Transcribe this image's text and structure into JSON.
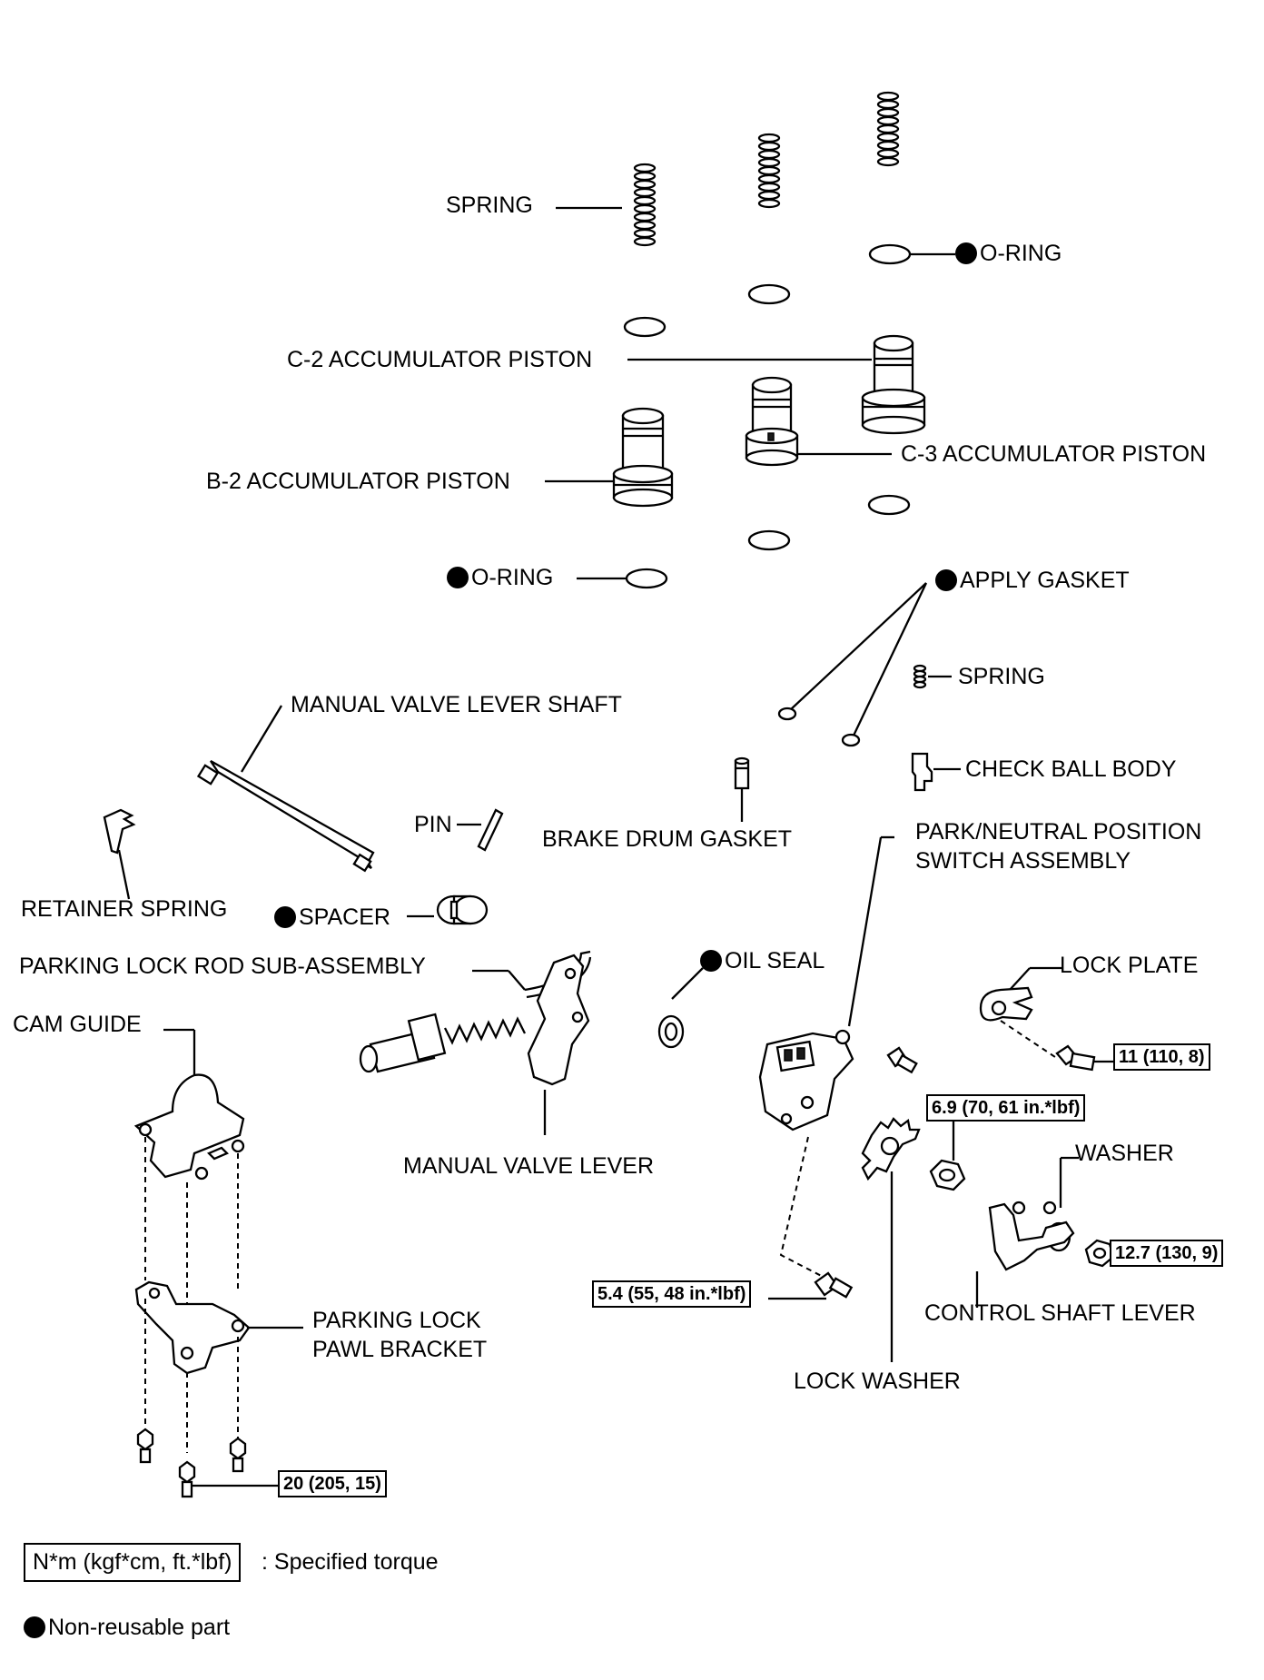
{
  "labels": {
    "spring_top": "SPRING",
    "o_ring_right": "O-RING",
    "c2_piston": "C-2 ACCUMULATOR PISTON",
    "c3_piston": "C-3 ACCUMULATOR PISTON",
    "b2_piston": "B-2 ACCUMULATOR PISTON",
    "o_ring_left": "O-RING",
    "apply_gasket": "APPLY GASKET",
    "spring_small": "SPRING",
    "manual_valve_lever_shaft": "MANUAL VALVE LEVER SHAFT",
    "check_ball_body": "CHECK BALL BODY",
    "pin": "PIN",
    "brake_drum_gasket": "BRAKE DRUM GASKET",
    "park_neutral_line1": "PARK/NEUTRAL POSITION",
    "park_neutral_line2": "SWITCH ASSEMBLY",
    "retainer_spring": "RETAINER SPRING",
    "spacer": "SPACER",
    "parking_lock_rod": "PARKING LOCK ROD SUB-ASSEMBLY",
    "oil_seal": "OIL SEAL",
    "lock_plate": "LOCK PLATE",
    "cam_guide": "CAM GUIDE",
    "manual_valve_lever": "MANUAL VALVE LEVER",
    "washer": "WASHER",
    "parking_lock_pawl_line1": "PARKING LOCK",
    "parking_lock_pawl_line2": "PAWL BRACKET",
    "control_shaft_lever": "CONTROL SHAFT LEVER",
    "lock_washer": "LOCK WASHER"
  },
  "torques": {
    "lock_plate_bolt": "11 (110, 8)",
    "nut": "6.9 (70, 61 in.*lbf)",
    "control_shaft_nut": "12.7 (130, 9)",
    "switch_bolt": "5.4 (55, 48 in.*lbf)",
    "bracket_bolt": "20 (205, 15)"
  },
  "legend": {
    "torque_unit": "N*m (kgf*cm, ft.*lbf)",
    "torque_desc": ": Specified torque",
    "non_reusable": "Non-reusable part"
  }
}
